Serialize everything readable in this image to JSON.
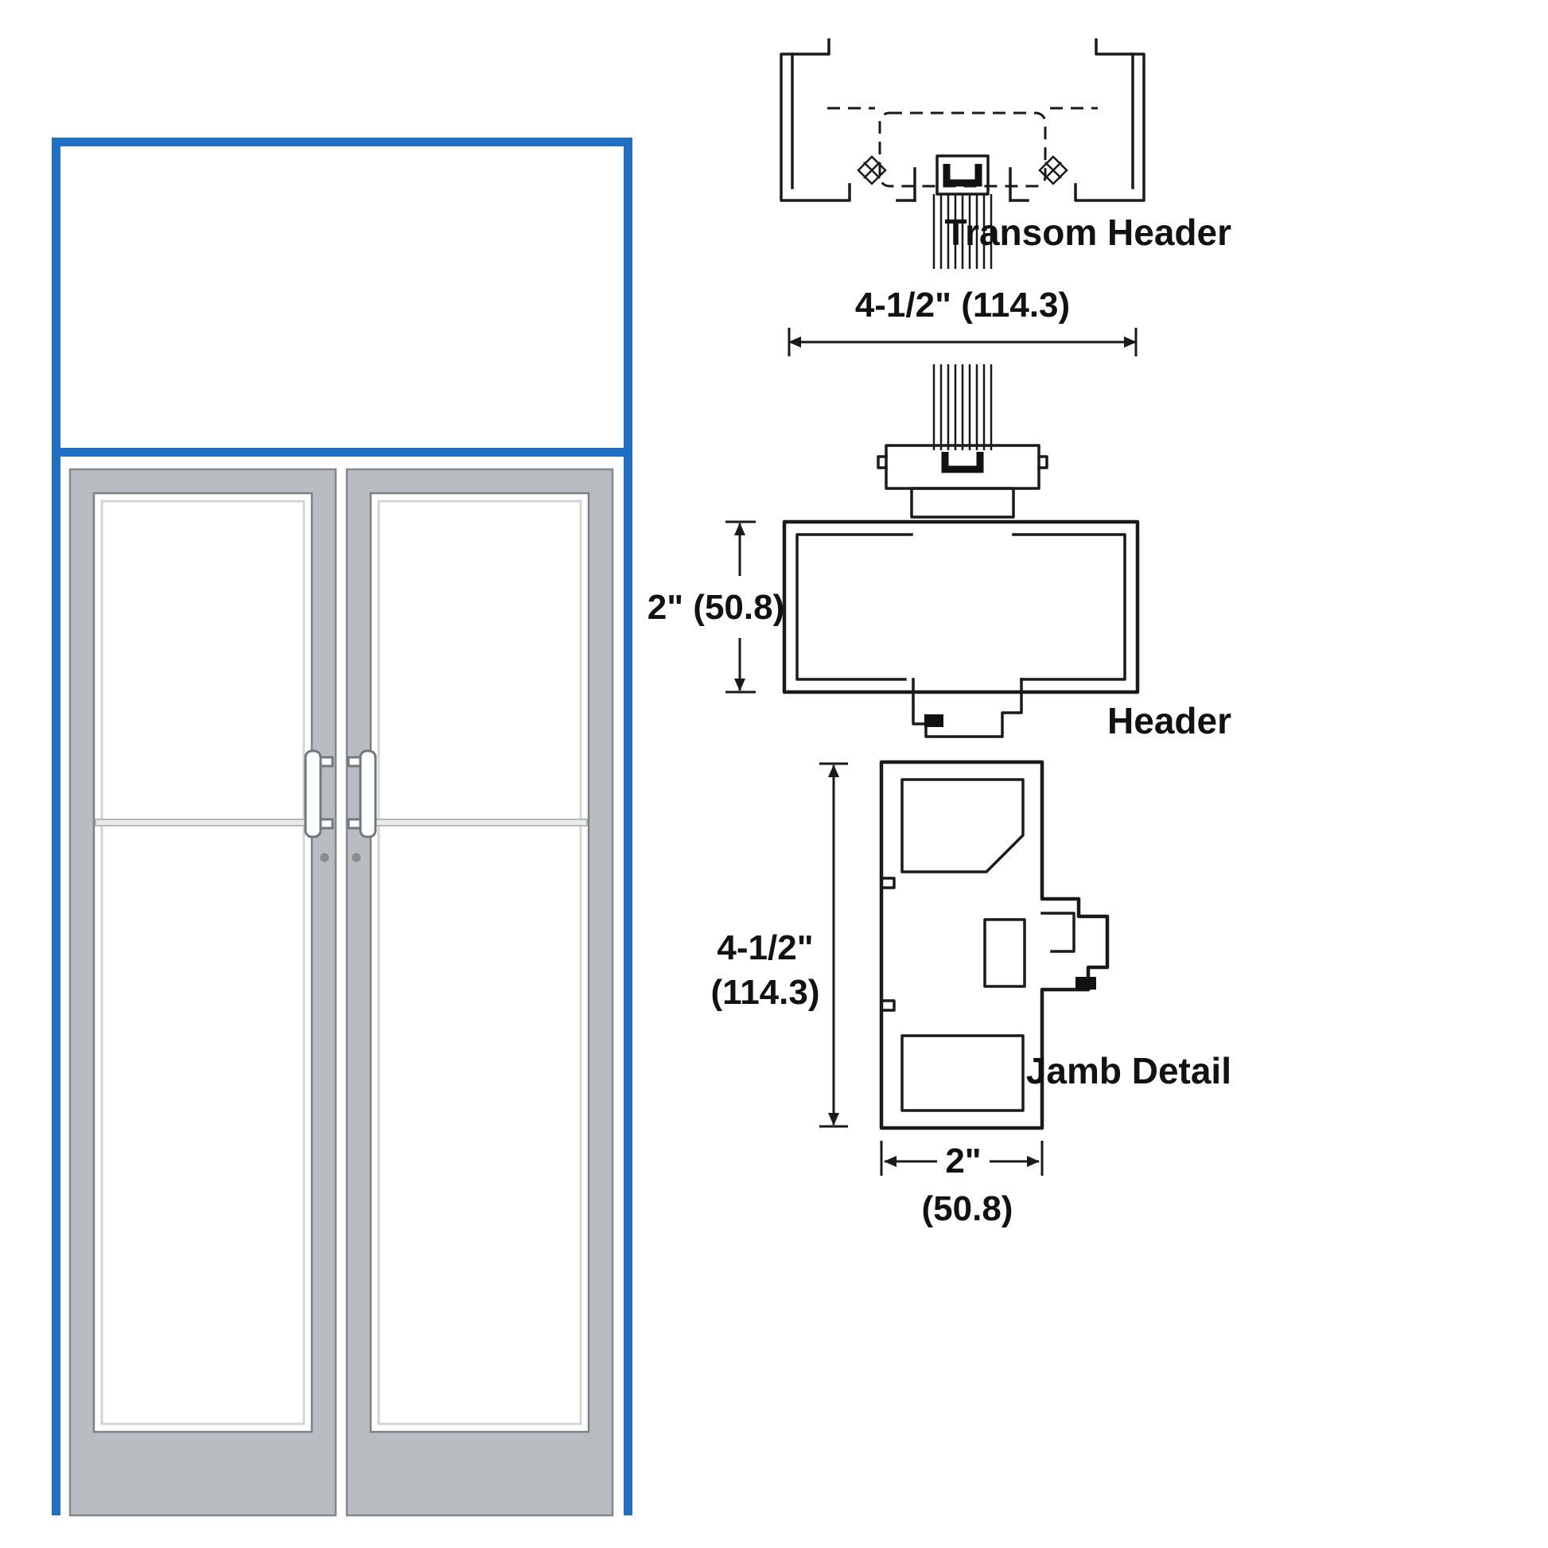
{
  "labels": {
    "transom_header": "Transom Header",
    "header": "Header",
    "jamb_detail": "Jamb Detail"
  },
  "dims": {
    "header_width": "4-1/2\" (114.3)",
    "header_depth": "2\" (50.8)",
    "jamb_height_line1": "4-1/2\"",
    "jamb_height_line2": "(114.3)",
    "jamb_width_line1": "2\"",
    "jamb_width_line2": "(50.8)"
  },
  "colors": {
    "frame_blue": "#1f6fc5",
    "door_gray": "#b9bdc1",
    "line": "#1a1a1a"
  }
}
